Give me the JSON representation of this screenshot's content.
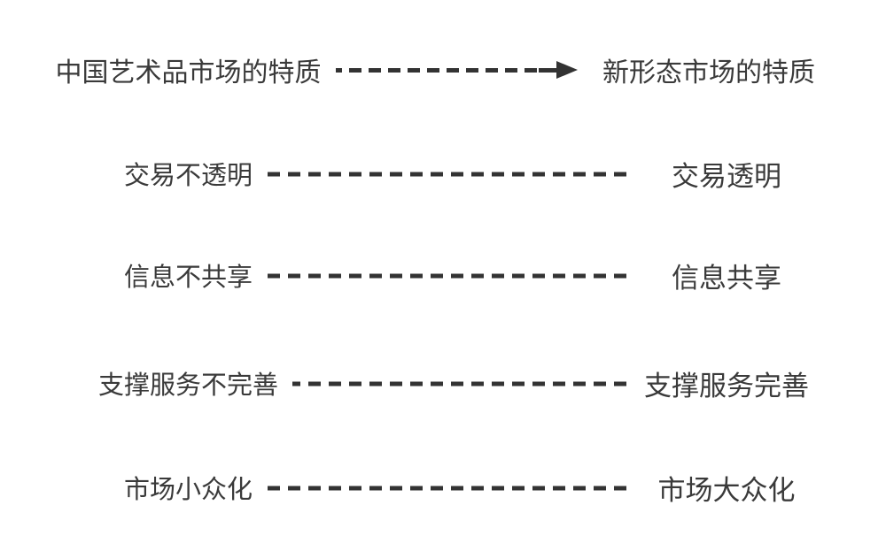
{
  "diagram": {
    "header": {
      "left_title": "中国艺术品市场的特质",
      "right_title": "新形态市场的特质",
      "arrow_icon": "dashed-arrow-right"
    },
    "rows": [
      {
        "old": "交易不透明",
        "new": "交易透明"
      },
      {
        "old": "信息不共享",
        "new": "信息共享"
      },
      {
        "old": "支撑服务不完善",
        "new": "支撑服务完善"
      },
      {
        "old": "市场小众化",
        "new": "市场大众化"
      }
    ],
    "colors": {
      "text": "#3a3a3a",
      "line": "#333333",
      "background": "#ffffff"
    }
  }
}
